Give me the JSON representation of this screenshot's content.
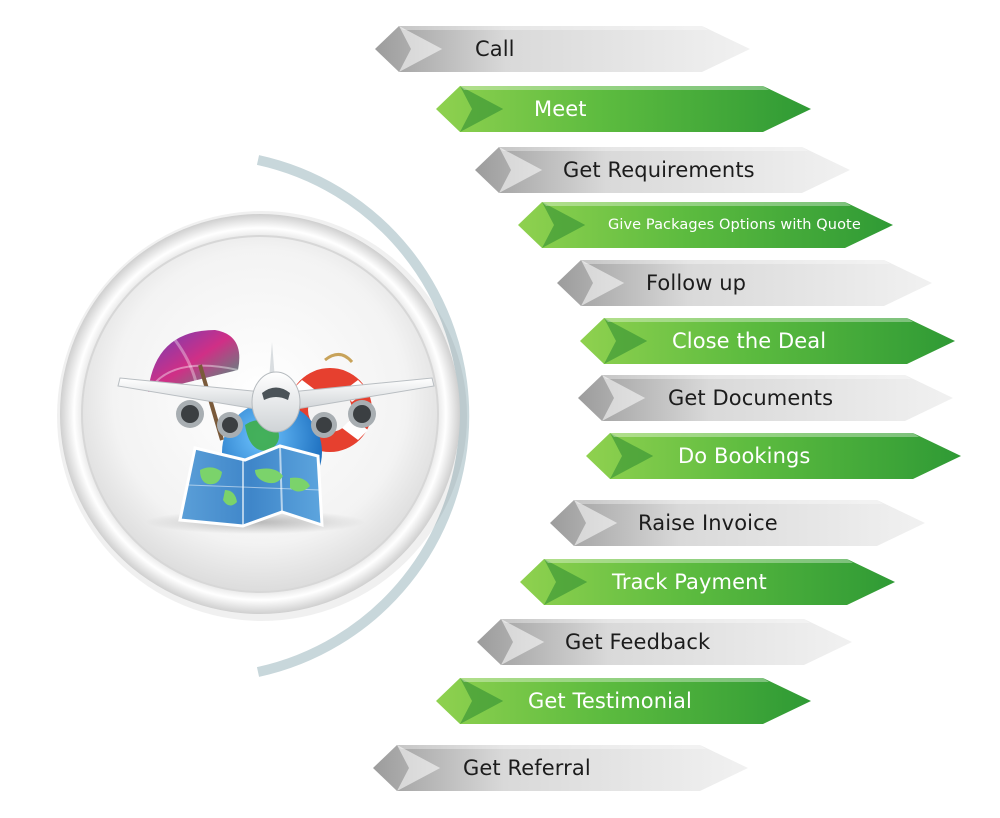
{
  "steps": [
    {
      "label": "Call",
      "style": "gray"
    },
    {
      "label": "Meet",
      "style": "green"
    },
    {
      "label": "Get Requirements",
      "style": "gray"
    },
    {
      "label": "Give Packages Options with Quote",
      "style": "green"
    },
    {
      "label": "Follow up",
      "style": "gray"
    },
    {
      "label": "Close the Deal",
      "style": "green"
    },
    {
      "label": "Get Documents",
      "style": "gray"
    },
    {
      "label": "Do Bookings",
      "style": "green"
    },
    {
      "label": "Raise Invoice",
      "style": "gray"
    },
    {
      "label": "Track Payment",
      "style": "green"
    },
    {
      "label": "Get Feedback",
      "style": "gray"
    },
    {
      "label": "Get Testimonial",
      "style": "green"
    },
    {
      "label": "Get Referral",
      "style": "gray"
    }
  ],
  "colors": {
    "green_dark": "#2f9a35",
    "green_light": "#8fd14f",
    "gray_dark": "#9c9c9c",
    "gray_light": "#f1f1f1",
    "arc": "#c8d7db"
  },
  "icons": [
    "airplane-icon",
    "beach-umbrella-icon",
    "lifebuoy-icon",
    "globe-icon",
    "world-map-icon"
  ]
}
